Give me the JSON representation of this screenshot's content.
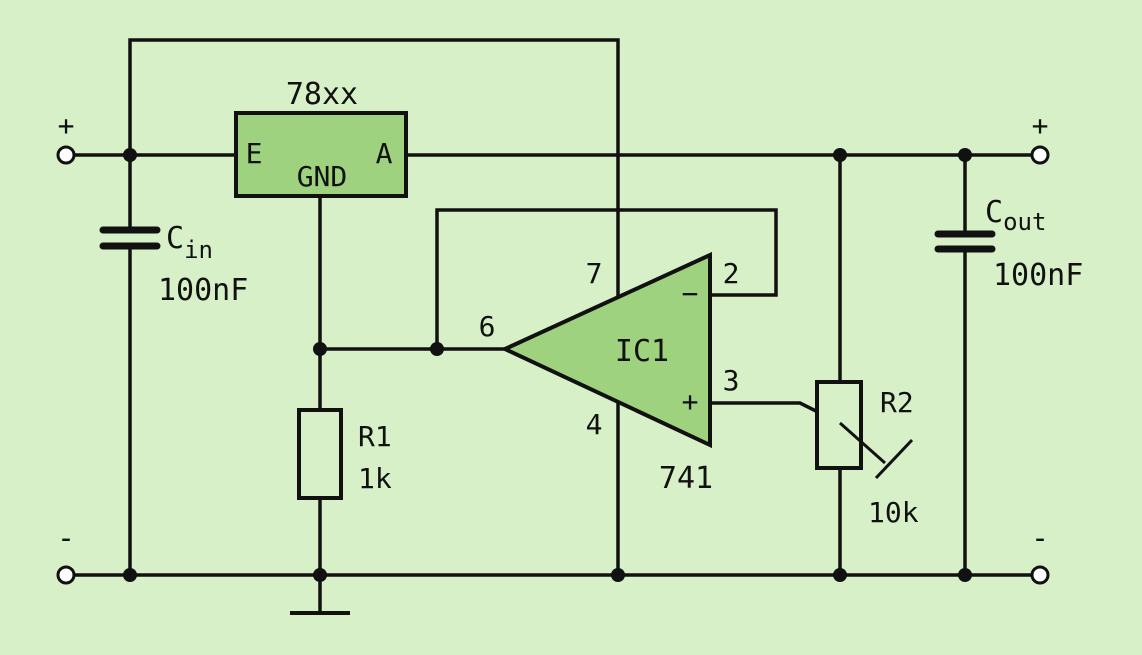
{
  "colors": {
    "background": "#d7f0c8",
    "component_fill": "#9fd27e",
    "wire": "#111111"
  },
  "terminals": {
    "in_plus": "+",
    "in_minus": "-",
    "out_plus": "+",
    "out_minus": "-"
  },
  "regulator": {
    "name": "78xx",
    "pin_e": "E",
    "pin_gnd": "GND",
    "pin_a": "A"
  },
  "cin": {
    "name": "C",
    "sub": "in",
    "value": "100nF"
  },
  "cout": {
    "name": "C",
    "sub": "out",
    "value": "100nF"
  },
  "r1": {
    "name": "R1",
    "value": "1k"
  },
  "r2": {
    "name": "R2",
    "value": "10k"
  },
  "opamp": {
    "name": "IC1",
    "part": "741",
    "pin_7": "7",
    "pin_2": "2",
    "pin_6": "6",
    "pin_3": "3",
    "pin_4": "4",
    "minus_sign": "−",
    "plus_sign": "+"
  }
}
